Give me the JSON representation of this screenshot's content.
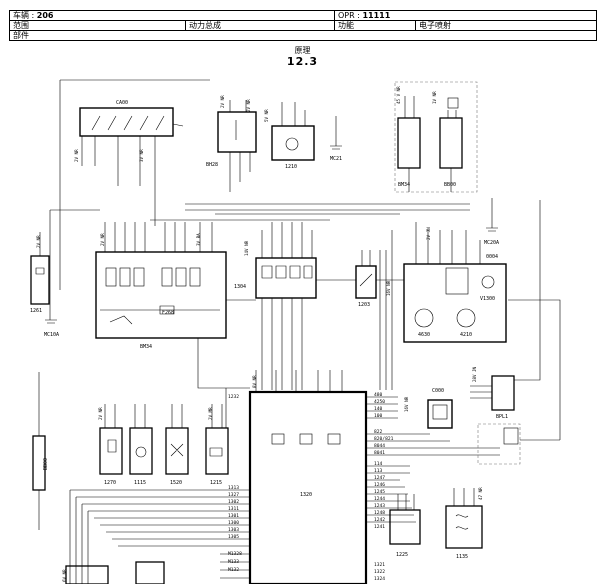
{
  "header": {
    "vehicle_label": "车辆 : ",
    "vehicle_value": "206",
    "opr_label": "OPR : ",
    "opr_value": "11111",
    "range_label": "范围",
    "range_value": "动力总成",
    "function_label": "功能",
    "function_value": "电子喷射",
    "part_label": "部件"
  },
  "diagram": {
    "caption": "原理",
    "number": "12.3",
    "components": {
      "ca00": "CA00",
      "bh28": "BH28",
      "c1210": "1210",
      "mc21": "MC21",
      "bm34": "BM34",
      "bb00": "BB00",
      "c1261": "1261",
      "mc10a": "MC10A",
      "mc20a": "MC20A",
      "bm34b": "BM34",
      "c1304": "1304",
      "c1203": "1203",
      "c0004": "0004",
      "v1300": "V1300",
      "c4630": "4630",
      "c4210": "4210",
      "c1320": "1320",
      "c0000": "C000",
      "bpl1": "BPL1",
      "bb00b": "BB00",
      "c1270": "1270",
      "c1115": "1115",
      "c1520": "1520",
      "c1215": "1215",
      "c1225": "1225",
      "c1135": "1135",
      "fuse": "F268"
    },
    "pins_right": [
      "480",
      "4250",
      "140",
      "100",
      "822",
      "820/821",
      "8044",
      "8041",
      "114",
      "113",
      "1247",
      "1246",
      "1245",
      "1244",
      "1243",
      "1248",
      "1242",
      "1241"
    ],
    "pins_left": [
      "1232",
      "1313",
      "1327",
      "1302",
      "1311",
      "1301",
      "1300",
      "1303",
      "1305",
      "M1328",
      "M133",
      "M132"
    ],
    "pins_right_low": [
      "1321",
      "1322",
      "1324"
    ],
    "wire_labels": [
      "2V NR",
      "2V NR",
      "2V NR",
      "3V NR",
      "5V NR",
      "16V NR",
      "16V NR",
      "28V JN",
      "2V JN",
      "2V MR",
      "2V NR",
      "47 NR",
      "45 V NR",
      "1V NR",
      "2V NR",
      "3V BA",
      "2V NR",
      "8V NR",
      "14V NR",
      "6V NR"
    ]
  }
}
